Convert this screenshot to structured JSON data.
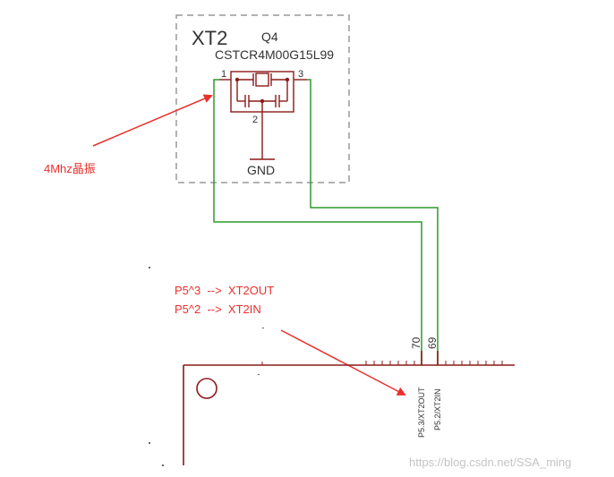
{
  "block": {
    "title": "XT2",
    "ref": "Q4",
    "part": "CSTCR4M00G15L99",
    "pin1": "1",
    "pin2": "2",
    "pin3": "3",
    "gnd": "GND"
  },
  "annotations": {
    "crystal": "4Mhz晶振",
    "map1": "P5^3  -->  XT2OUT",
    "map2": "P5^2  -->  XT2IN"
  },
  "chip": {
    "pin70_num": "70",
    "pin69_num": "69",
    "pin70_name": "P5.3/XT2OUT",
    "pin69_name": "P5.2/XT2IN"
  },
  "watermark": "https://blog.csdn.net/SSA_ming",
  "colors": {
    "wire": "#2e9a2e",
    "component": "#8b1a1a",
    "annotation": "#e8302c",
    "border": "#999999"
  }
}
